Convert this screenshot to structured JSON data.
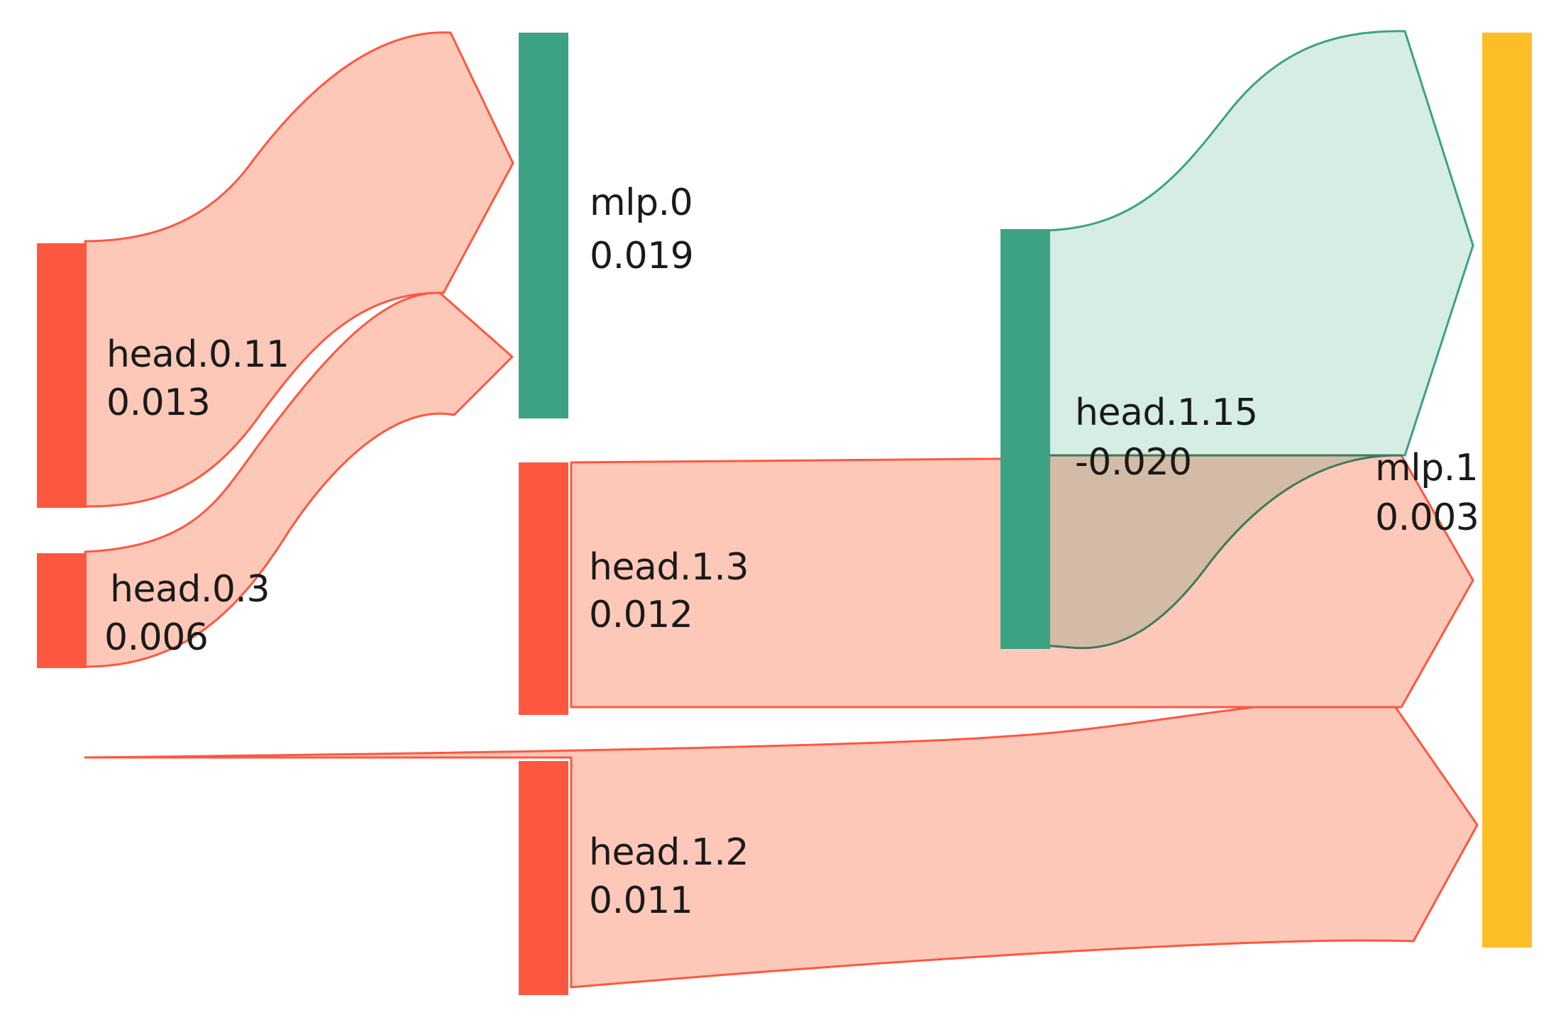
{
  "colors": {
    "negative_node": "#fe5740",
    "negative_flow_fill": "#fec8b9",
    "negative_flow_stroke": "#fe5740",
    "positive_node": "#3da283",
    "positive_flow_fill": "#d5ede3",
    "positive_flow_stroke": "#3da283",
    "mixed_flow_fill": "#d4bba7",
    "mixed_flow_stroke": "#3b7a5a",
    "output_node": "#fbbf25"
  },
  "nodes": [
    {
      "id": "head.0.11",
      "label": "head.0.11",
      "value": "0.013",
      "color": "negative_node"
    },
    {
      "id": "head.0.3",
      "label": "head.0.3",
      "value": "0.006",
      "color": "negative_node"
    },
    {
      "id": "mlp.0",
      "label": "mlp.0",
      "value": "0.019",
      "color": "positive_node"
    },
    {
      "id": "head.1.3",
      "label": "head.1.3",
      "value": "0.012",
      "color": "negative_node"
    },
    {
      "id": "head.1.2",
      "label": "head.1.2",
      "value": "0.011",
      "color": "negative_node"
    },
    {
      "id": "head.1.15",
      "label": "head.1.15",
      "value": "-0.020",
      "color": "positive_node"
    },
    {
      "id": "mlp.1",
      "label": "mlp.1",
      "value": "0.003",
      "color": "output_node"
    }
  ],
  "links": [
    {
      "source": "head.0.11",
      "target": "mlp.0",
      "type": "negative"
    },
    {
      "source": "head.0.3",
      "target": "mlp.0",
      "type": "negative"
    },
    {
      "source": "head.1.15",
      "target": "mlp.1",
      "type": "positive"
    },
    {
      "source": "head.1.15",
      "target": "mlp.1",
      "type": "mixed"
    },
    {
      "source": "head.1.3",
      "target": "mlp.1",
      "type": "negative"
    },
    {
      "source": "head.1.2",
      "target": "mlp.1",
      "type": "negative"
    }
  ]
}
